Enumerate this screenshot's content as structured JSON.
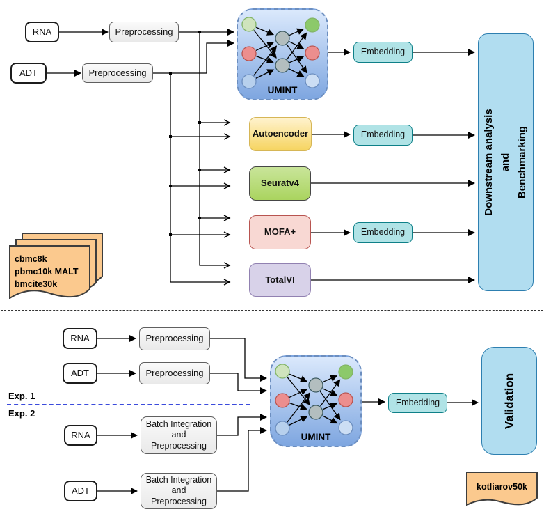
{
  "top_panel": {
    "rna": "RNA",
    "adt": "ADT",
    "prep_rna": "Preprocessing",
    "prep_adt": "Preprocessing",
    "umint": "UMINT",
    "autoencoder": "Autoencoder",
    "seuratv4": "Seuratv4",
    "mofa": "MOFA+",
    "totalvi": "TotalVI",
    "embedding_umint": "Embedding",
    "embedding_autoencoder": "Embedding",
    "embedding_mofa": "Embedding",
    "output_line1": "Downstream analysis",
    "output_line2": "and",
    "output_line3": "Benchmarking",
    "datasets": "cbmc8k\npbmc10k MALT\nbmcite30k"
  },
  "bottom_panel": {
    "exp1": "Exp. 1",
    "exp2": "Exp. 2",
    "rna_exp1": "RNA",
    "adt_exp1": "ADT",
    "prep_rna": "Preprocessing",
    "prep_adt": "Preprocessing",
    "rna_exp2": "RNA",
    "adt_exp2": "ADT",
    "batch_rna": "Batch Integration\nand\nPreprocessing",
    "batch_adt": "Batch Integration\nand\nPreprocessing",
    "umint": "UMINT",
    "embedding": "Embedding",
    "validation": "Validation",
    "dataset": "kotliarov50k"
  },
  "colors": {
    "umint_gradient_top": "#dbe9fc",
    "umint_gradient_bottom": "#7ea6e0",
    "umint_border": "#6c8ebf",
    "embedding_fill": "#b0e3e6",
    "embedding_stroke": "#0e8088",
    "autoencoder_fill": "#ffe599",
    "autoencoder_stroke": "#d6b656",
    "seuratv4_fill": "#b5db77",
    "mofa_fill": "#f8d8d3",
    "mofa_stroke": "#b85450",
    "totalvi_fill": "#d8d2e9",
    "output_box_fill": "#b1ddf0",
    "output_box_stroke": "#2d7fb0",
    "dataset_fill": "#fbc98e",
    "dataset_stroke": "#3d3d3d",
    "grey_box_fill": "#f0f0f0",
    "node_green_in": "#cfe4bd",
    "node_green_out": "#8cc96a",
    "node_red": "#ec8e8e",
    "node_blue_in": "#b7d0ed",
    "node_blue_out": "#ccdef4",
    "node_hidden": "#b3bebf",
    "exp_divider": "#3b4bdc"
  }
}
